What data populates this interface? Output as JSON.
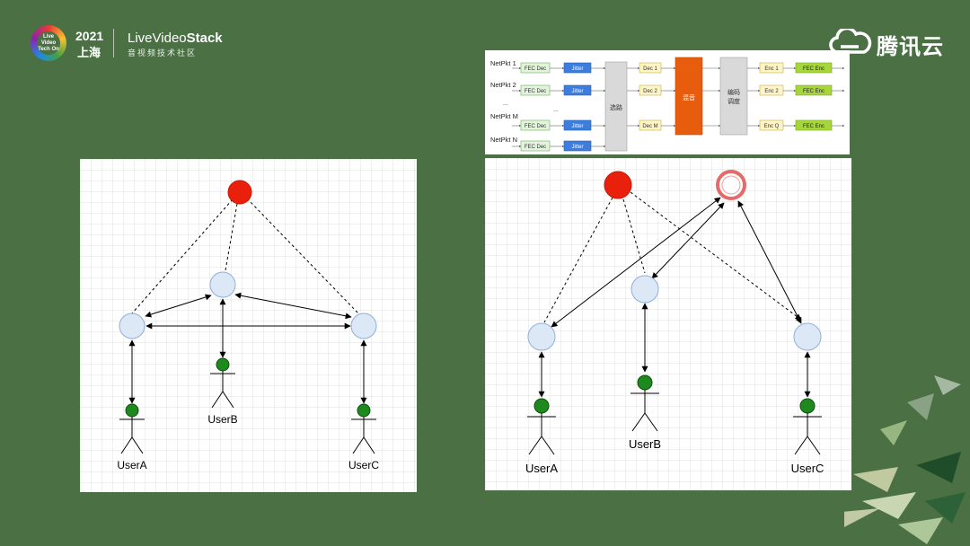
{
  "header": {
    "event_logo_text": "Live Video Tech On",
    "year": "2021",
    "city": "上海",
    "brand_prefix": "Live",
    "brand_video": "Video",
    "brand_stack": "Stack",
    "brand_sub": "音视频技术社区"
  },
  "tencent": {
    "name": "腾讯云"
  },
  "left_diagram": {
    "users": [
      "UserA",
      "UserB",
      "UserC"
    ]
  },
  "right_diagram": {
    "users": [
      "UserA",
      "UserB",
      "UserC"
    ]
  },
  "pipeline": {
    "rows": [
      {
        "label": "NetPkt 1",
        "fec_dec": "FEC Dec",
        "jitter": "Jitter",
        "dec": "Dec 1",
        "enc": "Enc 1",
        "fec_enc": "FEC Enc"
      },
      {
        "label": "NetPkt 2",
        "fec_dec": "FEC Dec",
        "jitter": "Jitter",
        "dec": "Dec 2",
        "enc": "Enc 2",
        "fec_enc": "FEC Enc"
      },
      {
        "label": "NetPkt M",
        "fec_dec": "FEC Dec",
        "jitter": "Jitter",
        "dec": "Dec M",
        "enc": "Enc Q",
        "fec_enc": "FEC Enc"
      },
      {
        "label": "NetPkt N",
        "fec_dec": "FEC Dec",
        "jitter": "Jitter"
      }
    ],
    "ellipsis": "...",
    "select_label": "选路",
    "mix_label": "混音",
    "encode_label_1": "编码",
    "encode_label_2": "调度"
  }
}
